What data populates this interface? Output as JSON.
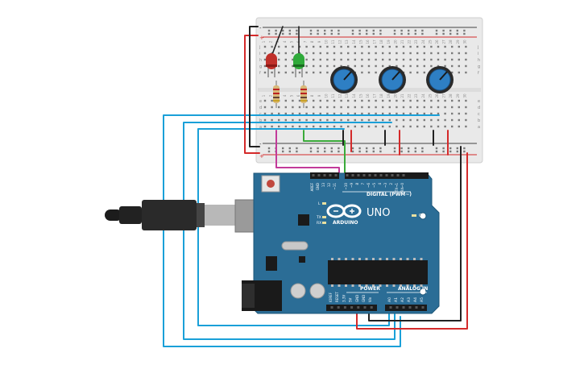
{
  "board": {
    "brand": "ARDUINO",
    "model": "UNO",
    "digital_label": "DIGITAL (PWM~)",
    "analog_label": "ANALOG IN",
    "power_label": "POWER",
    "on_label": "ON",
    "l_label": "L",
    "tx_label": "TX",
    "rx_label": "RX",
    "aref_label": "AREF",
    "gnd_label": "GND",
    "digital_pins": [
      "13",
      "12",
      "~11",
      "~10",
      "~9",
      "8",
      "7",
      "~6",
      "~5",
      "4",
      "~3",
      "2",
      "TX→1",
      "RX←0"
    ],
    "power_pins": [
      "IOREF",
      "RESET",
      "3.3V",
      "5V",
      "GND",
      "GND",
      "Vin"
    ],
    "analog_pins": [
      "A0",
      "A1",
      "A2",
      "A3",
      "A4",
      "A5"
    ]
  },
  "breadboard": {
    "column_numbers": [
      "1",
      "2",
      "3",
      "4",
      "5",
      "6",
      "7",
      "8",
      "9",
      "10",
      "11",
      "12",
      "13",
      "14",
      "15",
      "16",
      "17",
      "18",
      "19",
      "20",
      "21",
      "22",
      "23",
      "24",
      "25",
      "26",
      "27",
      "28",
      "29",
      "30"
    ],
    "row_letters_top": [
      "j",
      "i",
      "h",
      "g",
      "f"
    ],
    "row_letters_bottom": [
      "e",
      "d",
      "c",
      "b",
      "a"
    ],
    "rail_plus": "+",
    "rail_minus": "-"
  },
  "components": {
    "led_red_color": "#c0302a",
    "led_green_color": "#2faa3a",
    "pot_color": "#2e7fc4",
    "wire_red": "#d42a2a",
    "wire_black": "#222222",
    "wire_blue": "#1aa0d8",
    "wire_green": "#3aaa3a",
    "wire_magenta": "#c23a9a",
    "board_color": "#2b6d96"
  }
}
